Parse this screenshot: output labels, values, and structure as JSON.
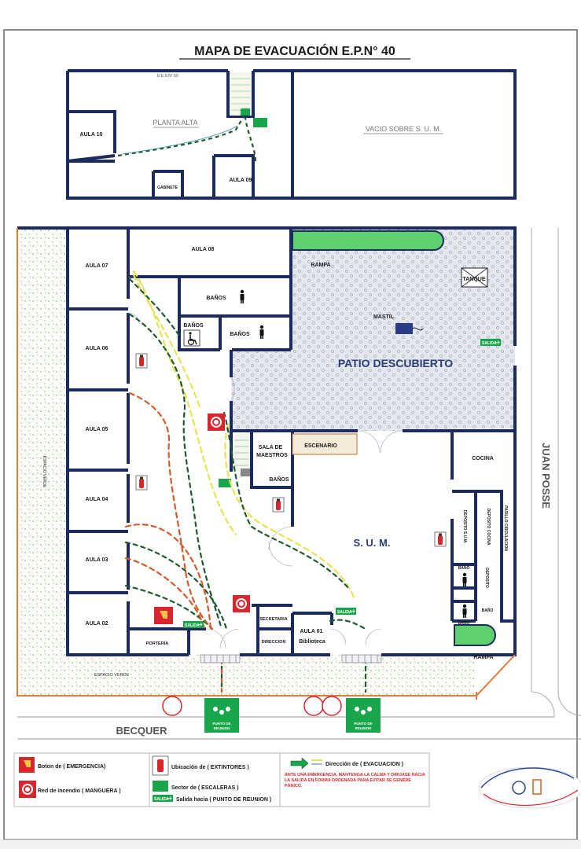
{
  "title": "MAPA DE EVACUACIÓN E.P.N° 40",
  "upper_floor": {
    "school_label": "E.E.S.N° 50",
    "planta_alta": "PLANTA ALTA",
    "vacio": "VACIO SOBRE  S. U. M.",
    "aula10": "AULA 10",
    "aula09": "AULA 09",
    "gabinete": "GABINETE"
  },
  "ground_floor": {
    "aula08": "AULA 08",
    "aula07": "AULA 07",
    "aula06": "AULA 06",
    "aula05": "AULA 05",
    "aula04": "AULA 04",
    "aula03": "AULA 03",
    "aula02": "AULA 02",
    "banos": "BAÑOS",
    "banos_accesible": "BAÑOS",
    "banos2": "BAÑOS",
    "banos3": "BAÑOS",
    "rampa_top": "RAMPA",
    "rampa_bottom": "RAMPA",
    "tanque": "TANQUE",
    "mastil": "MASTIL",
    "patio": "PATIO DESCUBIERTO",
    "sala_maestros_1": "SALA DE",
    "sala_maestros_2": "MAESTROS",
    "escenario": "ESCENARIO",
    "cocina": "COCINA",
    "sum": "S. U. M.",
    "deposito_sum": "DEPOSITO S.U.M.",
    "deposito_cocina": "DEPOSITO COCINA",
    "pasillo": "PASILLO CIRCULACION",
    "bano_a": "BAÑO",
    "deposito": "DEPOSITO",
    "bano_b": "BAÑO",
    "bano_c": "BAÑO",
    "secretaria": "SECRETARIA",
    "direccion": "DIRECCION",
    "porteria": "PORTERÍA",
    "aula01_1": "AULA 01",
    "aula01_2": "Biblioteca",
    "espacio_verde": "ESPACIO VERDE",
    "espacio_verde_side": "ESPACIO VERDE"
  },
  "streets": {
    "becquer": "BECQUER",
    "juan_posse": "JUAN POSSE"
  },
  "signs": {
    "salida": "SALIDA",
    "punto_reunion_1": "PUNTO DE",
    "punto_reunion_2": "REUNION"
  },
  "legend": {
    "boton_emergencia": "Boton de ( EMERGENCIA)",
    "red_incendio": "Red de incendio  ( MANGUERA )",
    "extintores": "Ubicación de  ( EXTINTORES )",
    "escaleras": "Sector de  ( ESCALERAS )",
    "salida_hacia": "Salida hacia  ( PUNTO DE REUNION )",
    "direccion_evacuacion": "Dirección de  ( EVACUACION )",
    "warning": "ANTE UNA EMERGENCIA, MANTENGA LA CALMA Y DIRIJASE HACIA LA SALIDA EN FORMA ORDENADA PARA EVITAR SE GENERE PÁNICO."
  },
  "colors": {
    "wall": "#1c2a5e",
    "exit_green": "#19a64a",
    "extinguisher_red": "#d9262c",
    "path_green": "#1f5a2e",
    "path_orange": "#d45a2a",
    "path_yellow": "#e4e04a",
    "patio_fill": "#dfe3ea",
    "garden": "#e6f0e2"
  }
}
